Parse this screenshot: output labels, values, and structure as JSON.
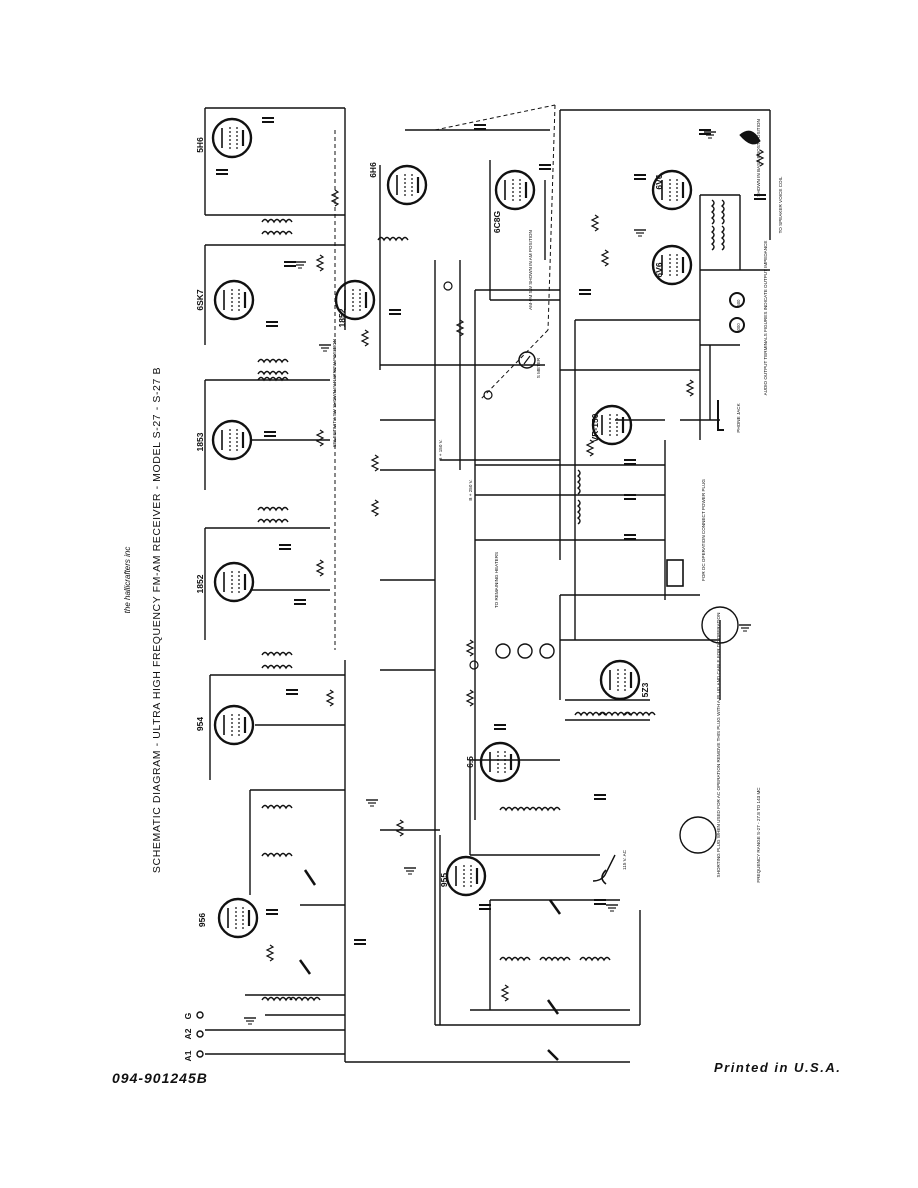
{
  "document": {
    "publisher": "the hallicrafters inc",
    "title": "SCHEMATIC DIAGRAM - ULTRA HIGH FREQUENCY FM-AM RECEIVER - MODEL S-27 - S-27 B",
    "part_number": "094-901245B",
    "printed": "Printed in U.S.A."
  },
  "tubes": {
    "t5h6_top": "5H6",
    "t6sk7": "6SK7",
    "t1853": "1853",
    "t1852a": "1852",
    "t954": "954",
    "t956": "956",
    "t1852b": "1852",
    "t6h6": "6H6",
    "t6c8g": "6C8G",
    "t6v6a": "6V6",
    "t6v6b": "6V6",
    "tvr150": "VR-150",
    "t65": "6.5",
    "t955": "955",
    "t5z3": "5Z3"
  },
  "antenna": {
    "a1": "A1",
    "a2": "A2",
    "g": "G"
  },
  "notes": {
    "fm_am_switch": "AM-FM SW SHOWN IN AM POSITION",
    "selectivity": "SELECTIVITY SW SHOWN IN NARROW POSITION",
    "s_meter": "S METER",
    "speaker": "TO SPEAKER VOICE COIL",
    "phone_jack": "PHONE JACK",
    "audio_output": "AUDIO OUTPUT TERMINALS FIGURES INDICATE OUTPUT IMPEDANCE",
    "bass_boost": "SHOWN IN BASS BOOST POSITION",
    "dc_power": "FOR DC OPERATION CONNECT POWER PLUG",
    "shorting_plug": "SHORTING PLUG WHEN USED FOR AC OPERATION REMOVE THIS PLUG WITH A PLUG AND CABLE FOR DC OPERATION",
    "heaters": "TO REMAINING HEATERS",
    "freq_range": "FREQUENCY RANGE S-27 - 27.8 TO 143 MC",
    "line": "115 V. AC",
    "b150": "B + 150 V.",
    "b250": "B + 250 V."
  },
  "jacks": {
    "j500": "500",
    "j5000": "5000"
  }
}
